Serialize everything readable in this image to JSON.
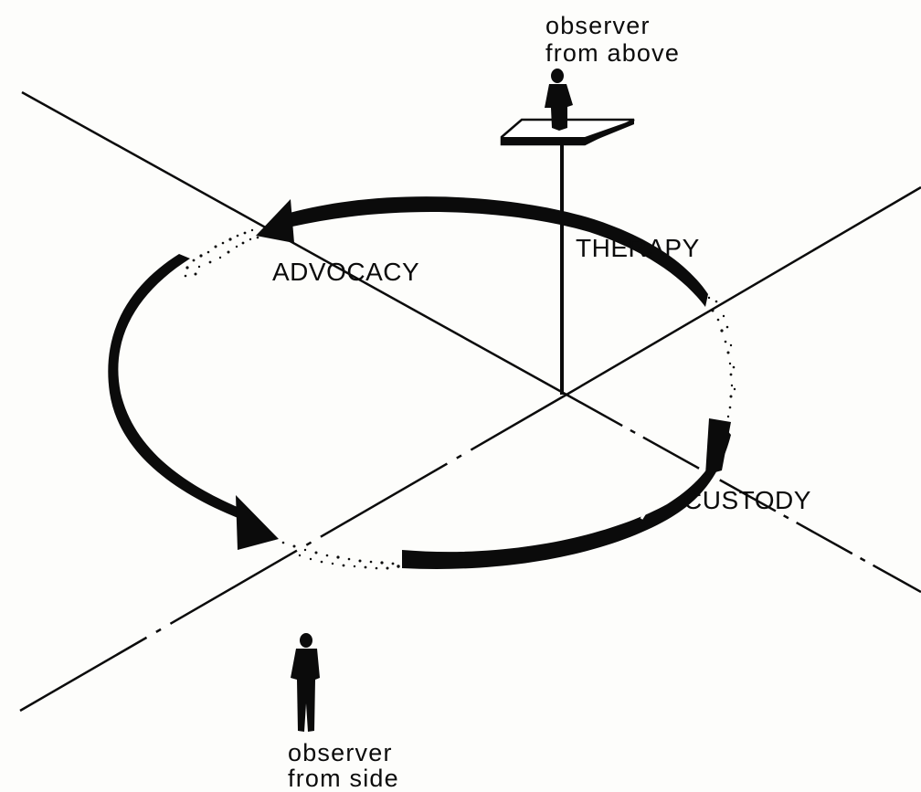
{
  "labels": {
    "advocacy": "ADVOCACY",
    "therapy": "THERAPY",
    "custody": "CUSTODY"
  },
  "observers": {
    "above": {
      "line1": "observer",
      "line2": "from above"
    },
    "side": {
      "line1": "observer",
      "line2": "from side"
    }
  },
  "colors": {
    "ink": "#0b0b0b",
    "paper": "#fdfdfb"
  }
}
